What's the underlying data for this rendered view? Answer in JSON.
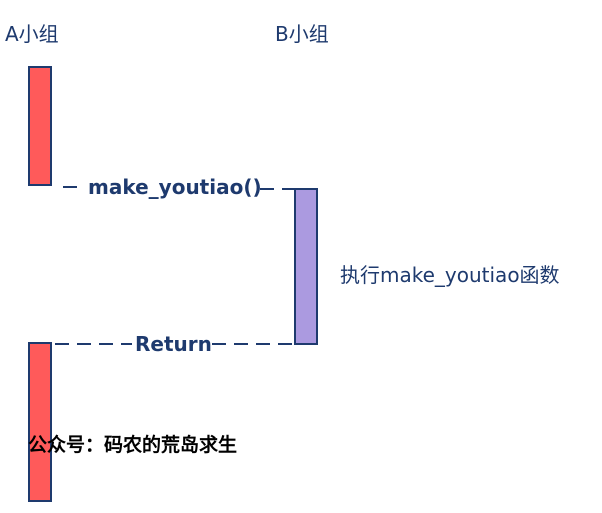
{
  "participants": [
    {
      "label": "A小组"
    },
    {
      "label": "B小组"
    }
  ],
  "messages": {
    "call": "make_youtiao()",
    "return": "Return"
  },
  "note": "执行make_youtiao函数",
  "watermark": "公众号：码农的荒岛求生",
  "colors": {
    "a_bar": "#ff5a5a",
    "b_bar": "#ab9ae0",
    "stroke": "#1e3a6e"
  }
}
